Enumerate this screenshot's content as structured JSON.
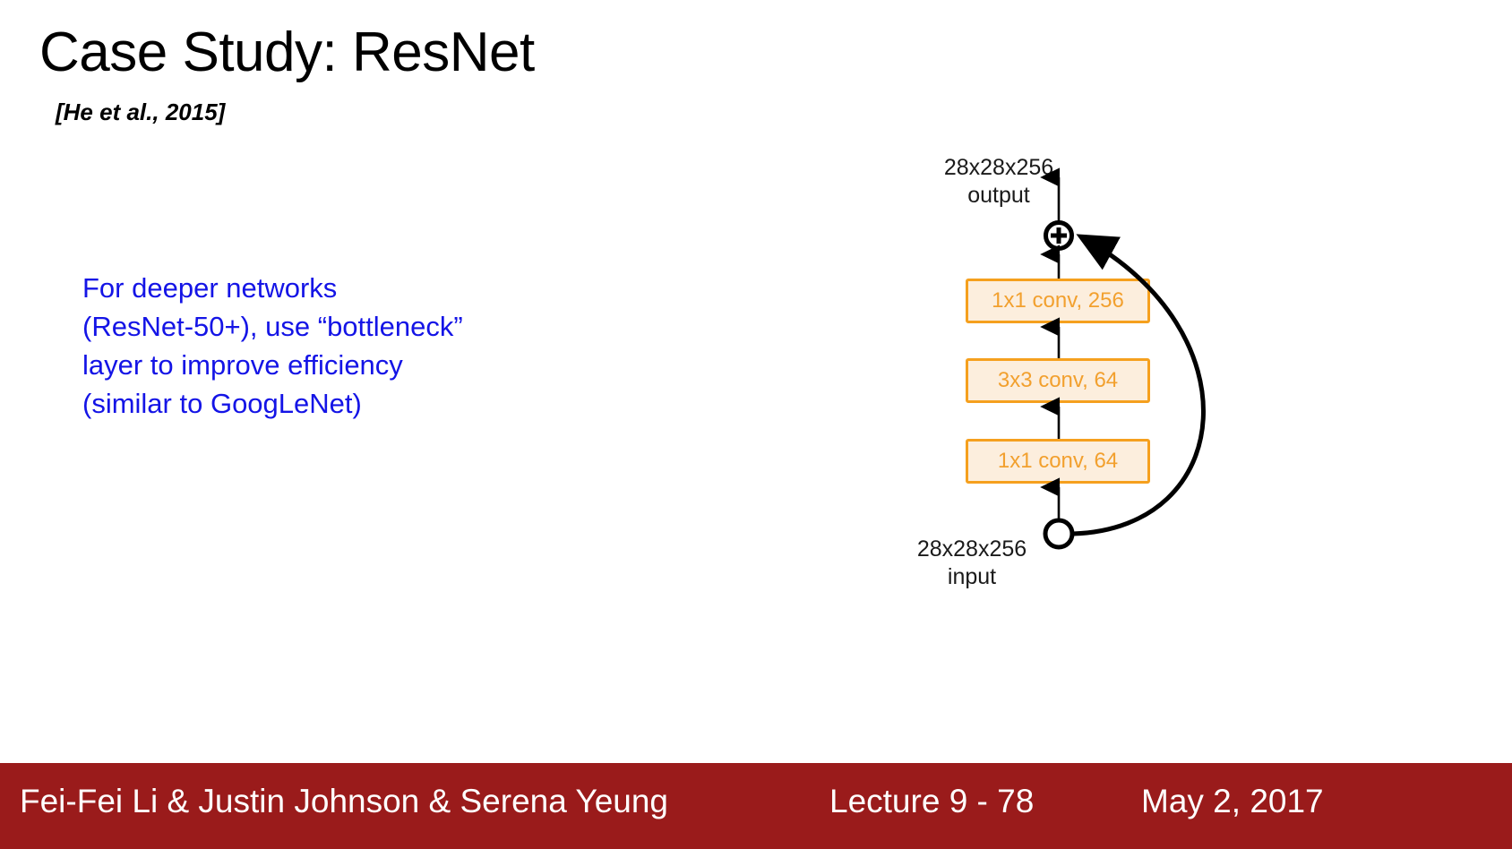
{
  "slide": {
    "title": "Case Study: ResNet",
    "citation": "[He et al., 2015]",
    "body_lines": [
      "For deeper networks",
      "(ResNet-50+), use “bottleneck”",
      "layer to improve efficiency",
      "(similar to GoogLeNet)"
    ]
  },
  "diagram": {
    "name": "resnet-bottleneck-block",
    "output_label": {
      "shape": "28x28x256",
      "role": "output"
    },
    "input_label": {
      "shape": "28x28x256",
      "role": "input"
    },
    "sum_node": "plus-circle-node",
    "input_node": "input-circle-node",
    "skip_connection": "identity-shortcut-arrow",
    "layers": [
      {
        "label": "1x1 conv, 256"
      },
      {
        "label": "3x3 conv, 64"
      },
      {
        "label": "1x1 conv, 64"
      }
    ],
    "colors": {
      "box_fill": "#fceedd",
      "box_border": "#f5a01e",
      "box_text": "#f2a02e",
      "arrow": "#000000"
    }
  },
  "footer": {
    "authors": "Fei-Fei Li & Justin Johnson & Serena Yeung",
    "lecture": "Lecture 9 - 78",
    "date": "May 2, 2017",
    "background": "#9a1b1b",
    "text_color": "#ffffff"
  },
  "theme": {
    "body_text_color": "#1414e6",
    "title_color": "#000000",
    "page_background": "#ffffff"
  }
}
